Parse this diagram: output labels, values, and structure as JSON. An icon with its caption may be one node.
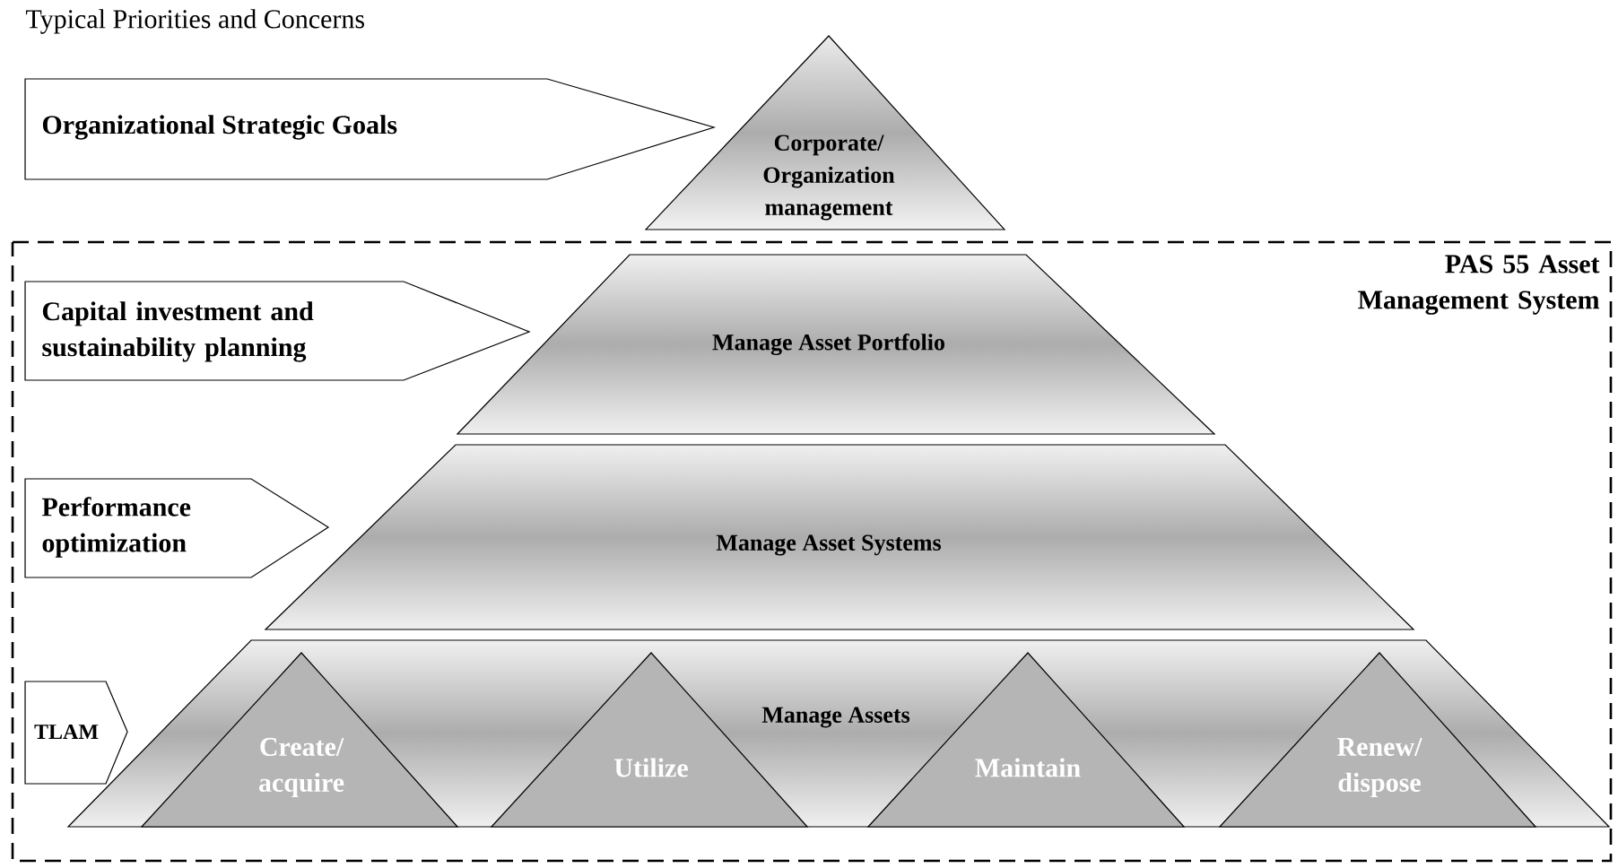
{
  "diagram": {
    "title": "Typical Priorities and Concerns",
    "nodes": [
      {
        "text": [
          "PAS 55 Asset Management System"
        ]
      },
      {
        "text": [
          "Organizational Strategic Goals"
        ]
      },
      {
        "text": [
          "Corporate/ Organization management"
        ]
      },
      {
        "text": [
          "Capital investment and sustainability planning"
        ],
        "in": 0
      },
      {
        "text": [
          "Manage Asset Portfolio"
        ],
        "in": 0
      },
      {
        "text": [
          "Performance optimization"
        ],
        "in": 0
      },
      {
        "text": [
          "Manage Asset Systems"
        ],
        "in": 0
      },
      {
        "text": [
          "TLAM"
        ],
        "in": 0
      },
      {
        "text": [
          "Manage Assets"
        ],
        "in": 0
      },
      {
        "text": [
          "Create/ acquire"
        ],
        "in": 8
      },
      {
        "text": [
          "Utilize"
        ],
        "in": 8
      },
      {
        "text": [
          "Maintain"
        ],
        "in": 8
      },
      {
        "text": [
          "Renew/ dispose"
        ],
        "in": 8
      }
    ]
  }
}
